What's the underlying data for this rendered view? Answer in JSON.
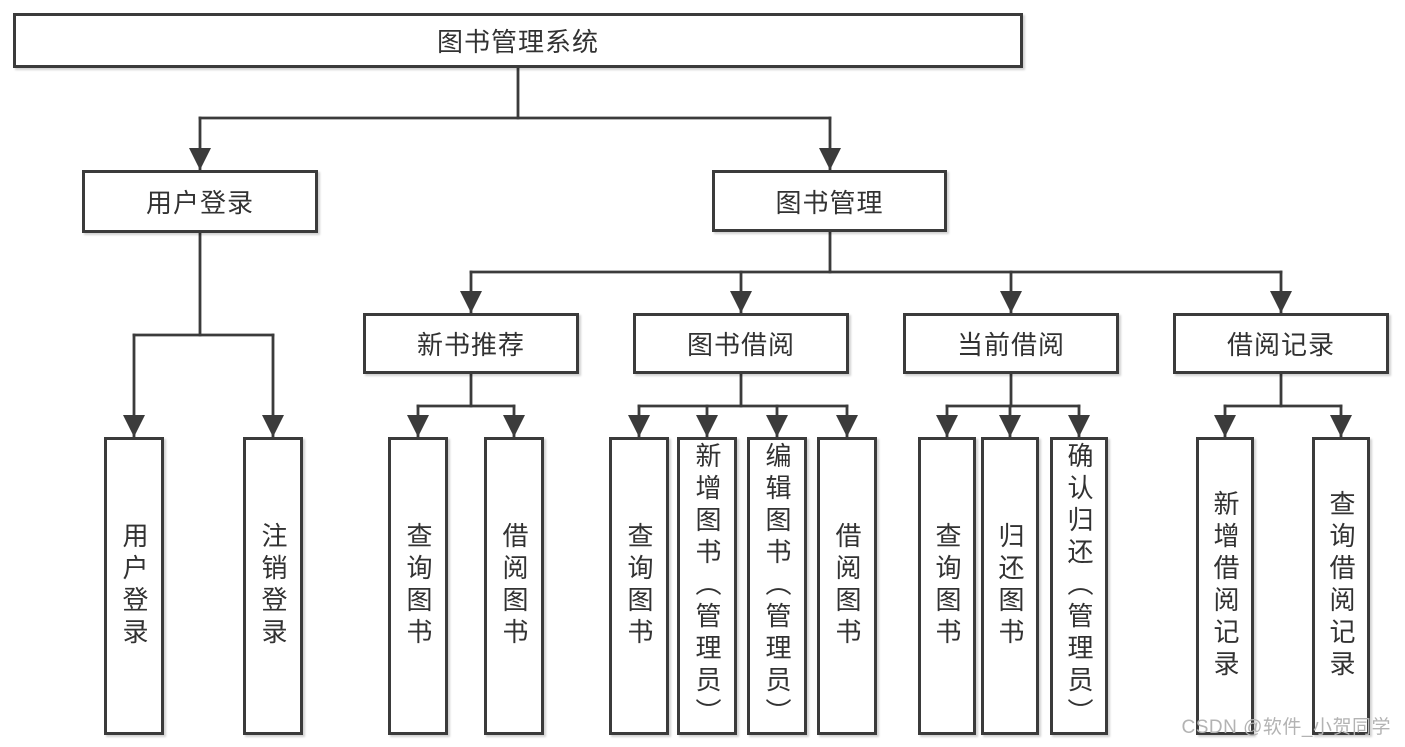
{
  "colors": {
    "line": "#3b3b3b",
    "box_border": "#3b3b3b",
    "box_background": "#ffffff",
    "text": "#323232",
    "watermark": "#b3b3b3"
  },
  "watermark": {
    "text": "CSDN @软件_小贺同学"
  },
  "tree": {
    "root": {
      "label": "图书管理系统",
      "children": [
        {
          "label": "用户登录",
          "children": [
            {
              "label": "用户登录"
            },
            {
              "label": "注销登录"
            }
          ]
        },
        {
          "label": "图书管理",
          "children": [
            {
              "label": "新书推荐",
              "children": [
                {
                  "label": "查询图书"
                },
                {
                  "label": "借阅图书"
                }
              ]
            },
            {
              "label": "图书借阅",
              "children": [
                {
                  "label": "查询图书"
                },
                {
                  "label": "新增图书（管理员）"
                },
                {
                  "label": "编辑图书（管理员）"
                },
                {
                  "label": "借阅图书"
                }
              ]
            },
            {
              "label": "当前借阅",
              "children": [
                {
                  "label": "查询图书"
                },
                {
                  "label": "归还图书"
                },
                {
                  "label": "确认归还（管理员）"
                }
              ]
            },
            {
              "label": "借阅记录",
              "children": [
                {
                  "label": "新增借阅记录"
                },
                {
                  "label": "查询借阅记录"
                }
              ]
            }
          ]
        }
      ]
    }
  }
}
